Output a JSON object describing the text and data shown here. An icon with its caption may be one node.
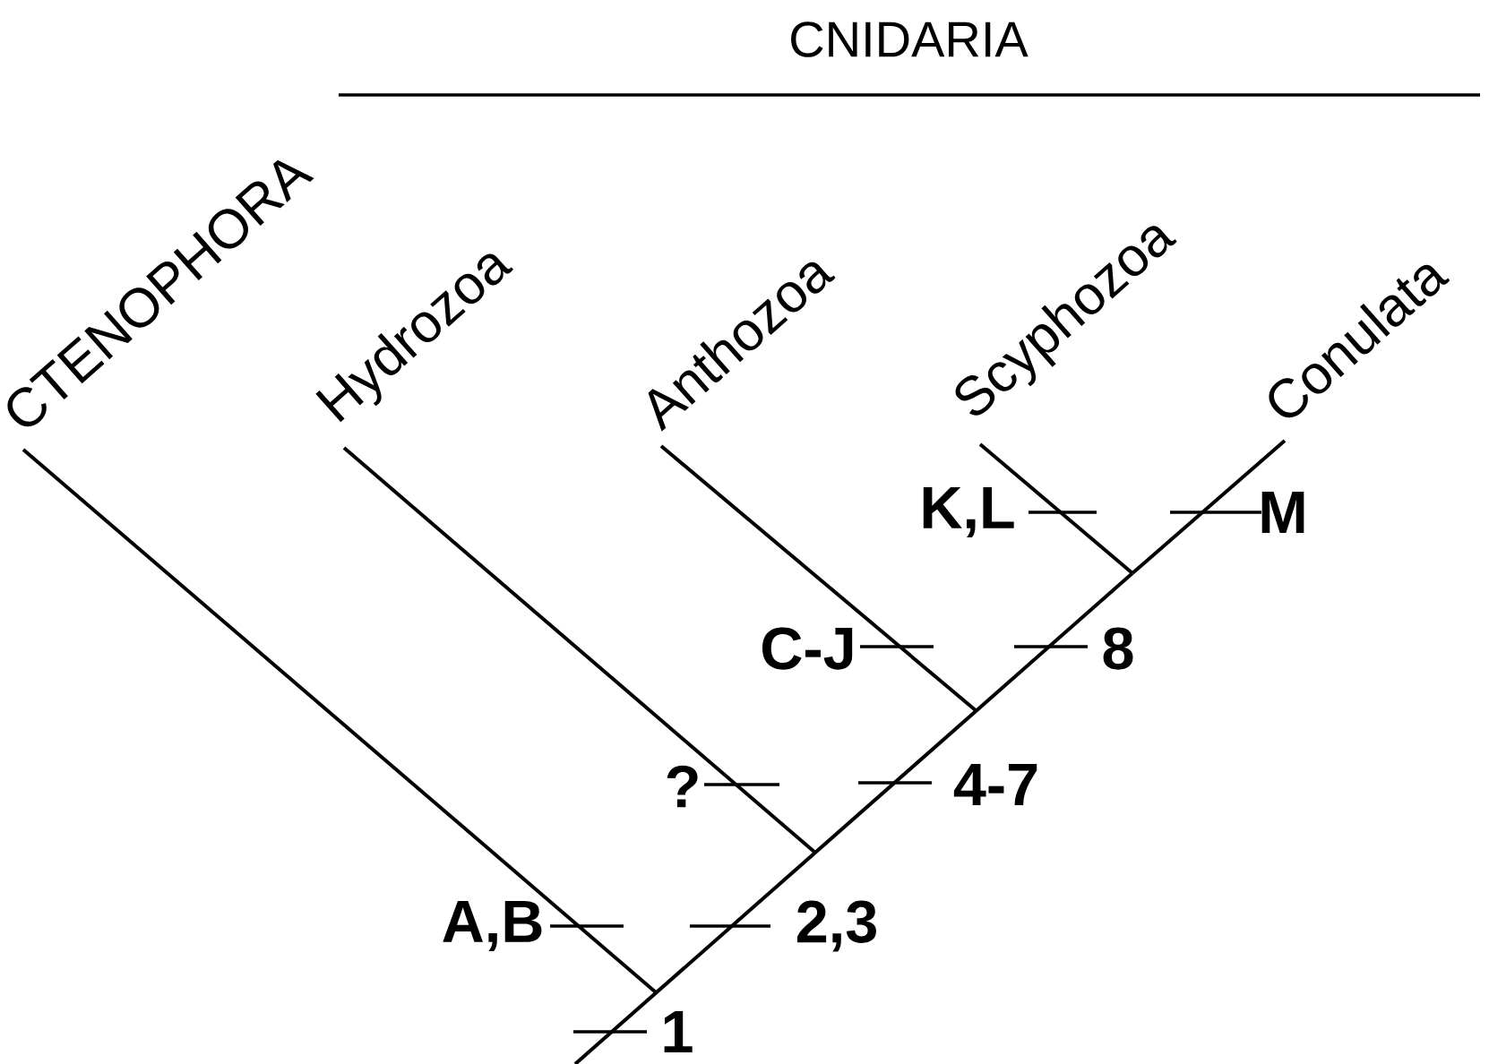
{
  "diagram": {
    "nodes": [
      {
        "text": [
          "CTENOPHORA"
        ]
      },
      {
        "text": [
          "Hydrozoa"
        ]
      },
      {
        "text": [
          "Anthozoa"
        ]
      },
      {
        "text": [
          "Scyphozoa"
        ]
      },
      {
        "text": [
          "Conulata"
        ]
      }
    ],
    "edges": [
      {
        "from": null,
        "to": 0,
        "arrow": "none"
      },
      {
        "from": null,
        "to": 1,
        "arrow": "none"
      },
      {
        "from": null,
        "to": 2,
        "arrow": "none"
      },
      {
        "from": null,
        "to": 3,
        "arrow": "none"
      },
      {
        "from": null,
        "to": 4,
        "arrow": "none"
      }
    ],
    "labels": [
      "CNIDARIA",
      "K,L",
      "M",
      "C-J",
      "8",
      "?",
      "4-7",
      "A,B",
      "2,3",
      "1"
    ]
  }
}
